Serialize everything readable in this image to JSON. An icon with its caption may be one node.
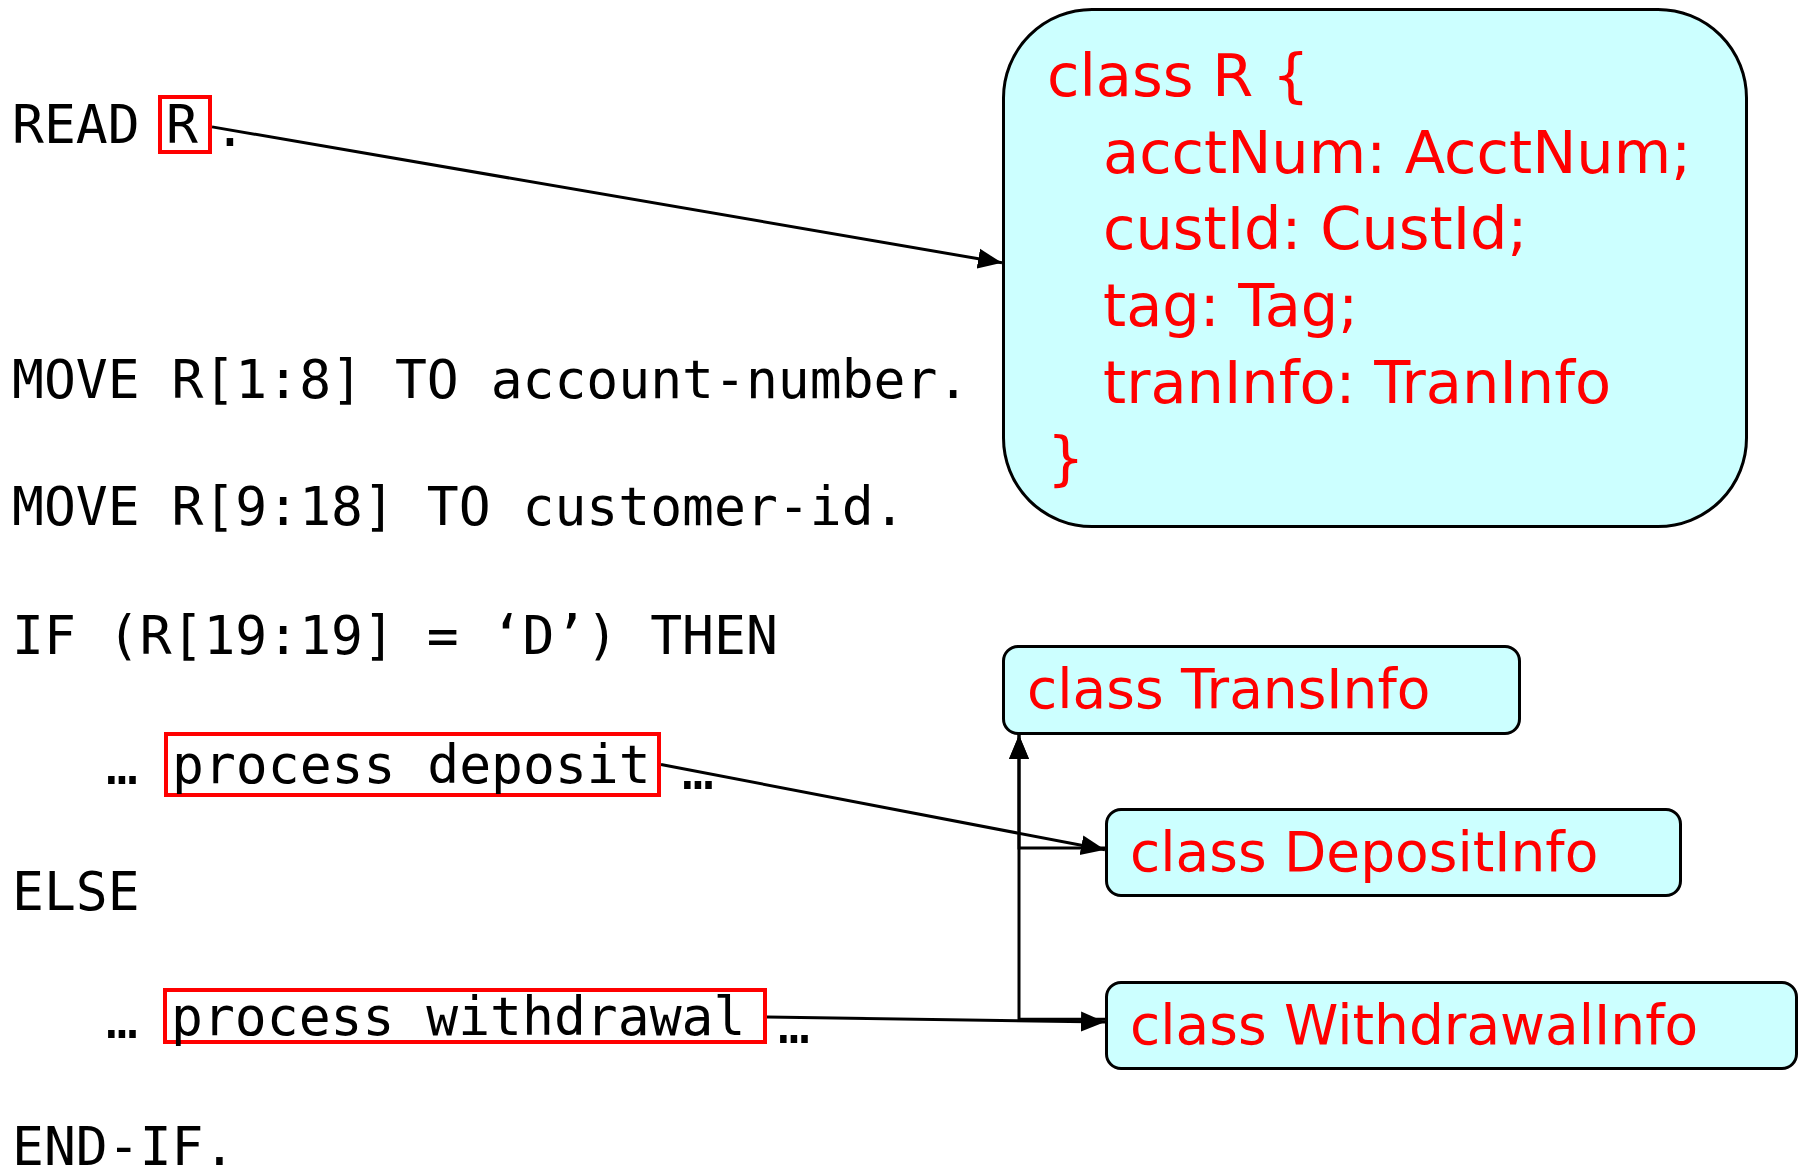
{
  "diagram": {
    "nodes": [
      {
        "text": [
          "R"
        ]
      },
      {
        "text": [
          "process deposit"
        ]
      },
      {
        "text": [
          "process withdrawal"
        ]
      },
      {
        "text": [
          "class R {",
          "acctNum: AcctNum;",
          "custId: CustId;",
          "tag: Tag;",
          "tranInfo: TranInfo",
          "}"
        ]
      },
      {
        "text": [
          "class TransInfo"
        ]
      },
      {
        "text": [
          "class DepositInfo"
        ]
      },
      {
        "text": [
          "class WithdrawalInfo"
        ]
      }
    ],
    "edges": [
      {
        "from": 0,
        "to": 3,
        "arrow": "to"
      },
      {
        "from": 1,
        "to": 5,
        "arrow": "to"
      },
      {
        "from": 2,
        "to": 6,
        "arrow": "to"
      },
      {
        "from": 5,
        "to": 4,
        "arrow": "to"
      },
      {
        "from": 6,
        "to": 4,
        "arrow": "to"
      }
    ],
    "labels": [
      "READ",
      ".",
      "MOVE R[1:8] TO account-number.",
      "MOVE R[9:18] TO customer-id.",
      "IF (R[19:19] = ‘D’) THEN",
      "…",
      "…",
      "ELSE",
      "…",
      "…",
      "END-IF."
    ]
  }
}
